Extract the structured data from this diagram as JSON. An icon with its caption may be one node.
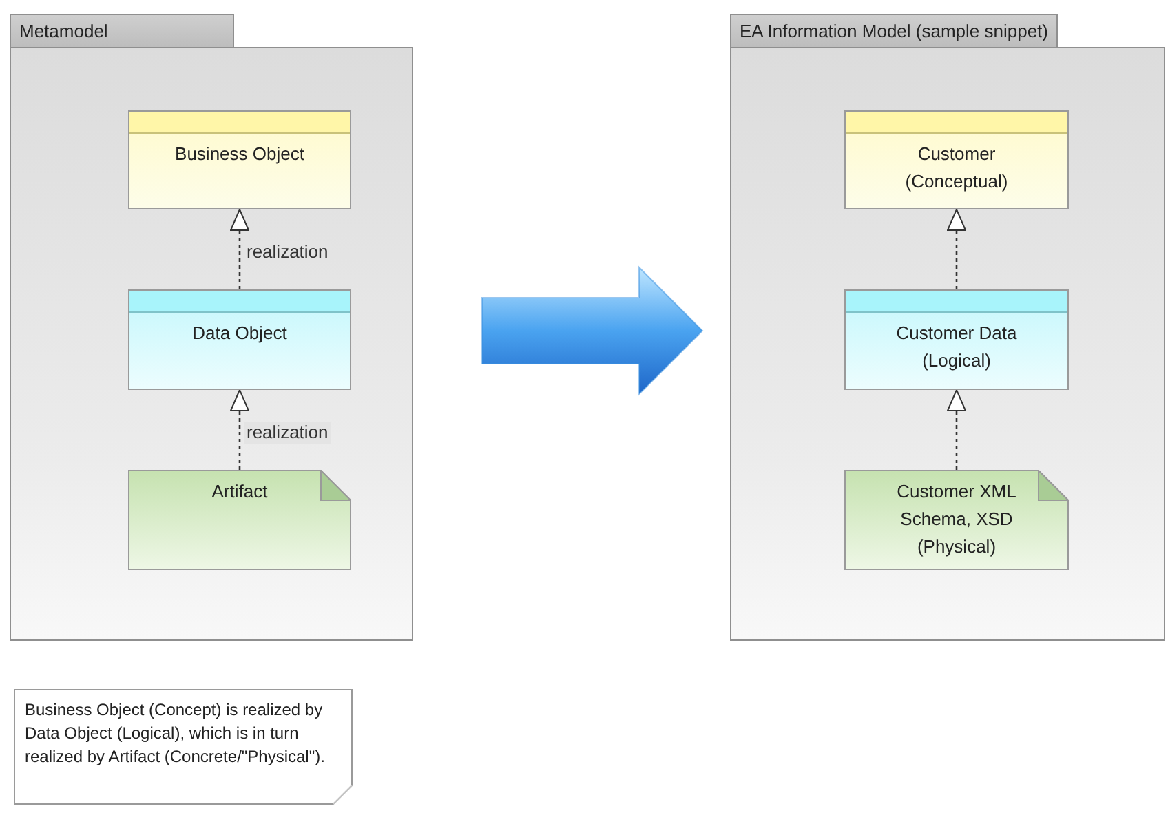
{
  "diagram": {
    "nodes": [
      {
        "text": [
          "Metamodel"
        ]
      },
      {
        "text": [
          "Business Object"
        ],
        "in": 0
      },
      {
        "text": [
          "Data Object"
        ],
        "in": 0
      },
      {
        "text": [
          "Artifact"
        ],
        "in": 0
      },
      {
        "text": [
          "EA Information Model (sample snippet)"
        ]
      },
      {
        "text": [
          "Customer (Conceptual)"
        ],
        "in": 4
      },
      {
        "text": [
          "Customer Data (Logical)"
        ],
        "in": 4
      },
      {
        "text": [
          "Customer XML Schema, XSD (Physical)"
        ],
        "in": 4
      },
      {
        "text": [
          "Business Object (Concept) is realized by Data Object (Logical), which is in turn realized by Artifact (Concrete/\"Physical\")."
        ]
      }
    ],
    "edges": [
      {
        "from": 2,
        "to": 1,
        "arrow": "to",
        "style": "dashed",
        "label": "realization"
      },
      {
        "from": 3,
        "to": 2,
        "arrow": "to",
        "style": "dashed",
        "label": "realization"
      },
      {
        "from": 6,
        "to": 5,
        "arrow": "to",
        "style": "dashed"
      },
      {
        "from": 7,
        "to": 6,
        "arrow": "to",
        "style": "dashed"
      },
      {
        "from": 0,
        "to": 4,
        "arrow": "to",
        "style": "thick",
        "color": "#3a8fe0"
      }
    ]
  }
}
